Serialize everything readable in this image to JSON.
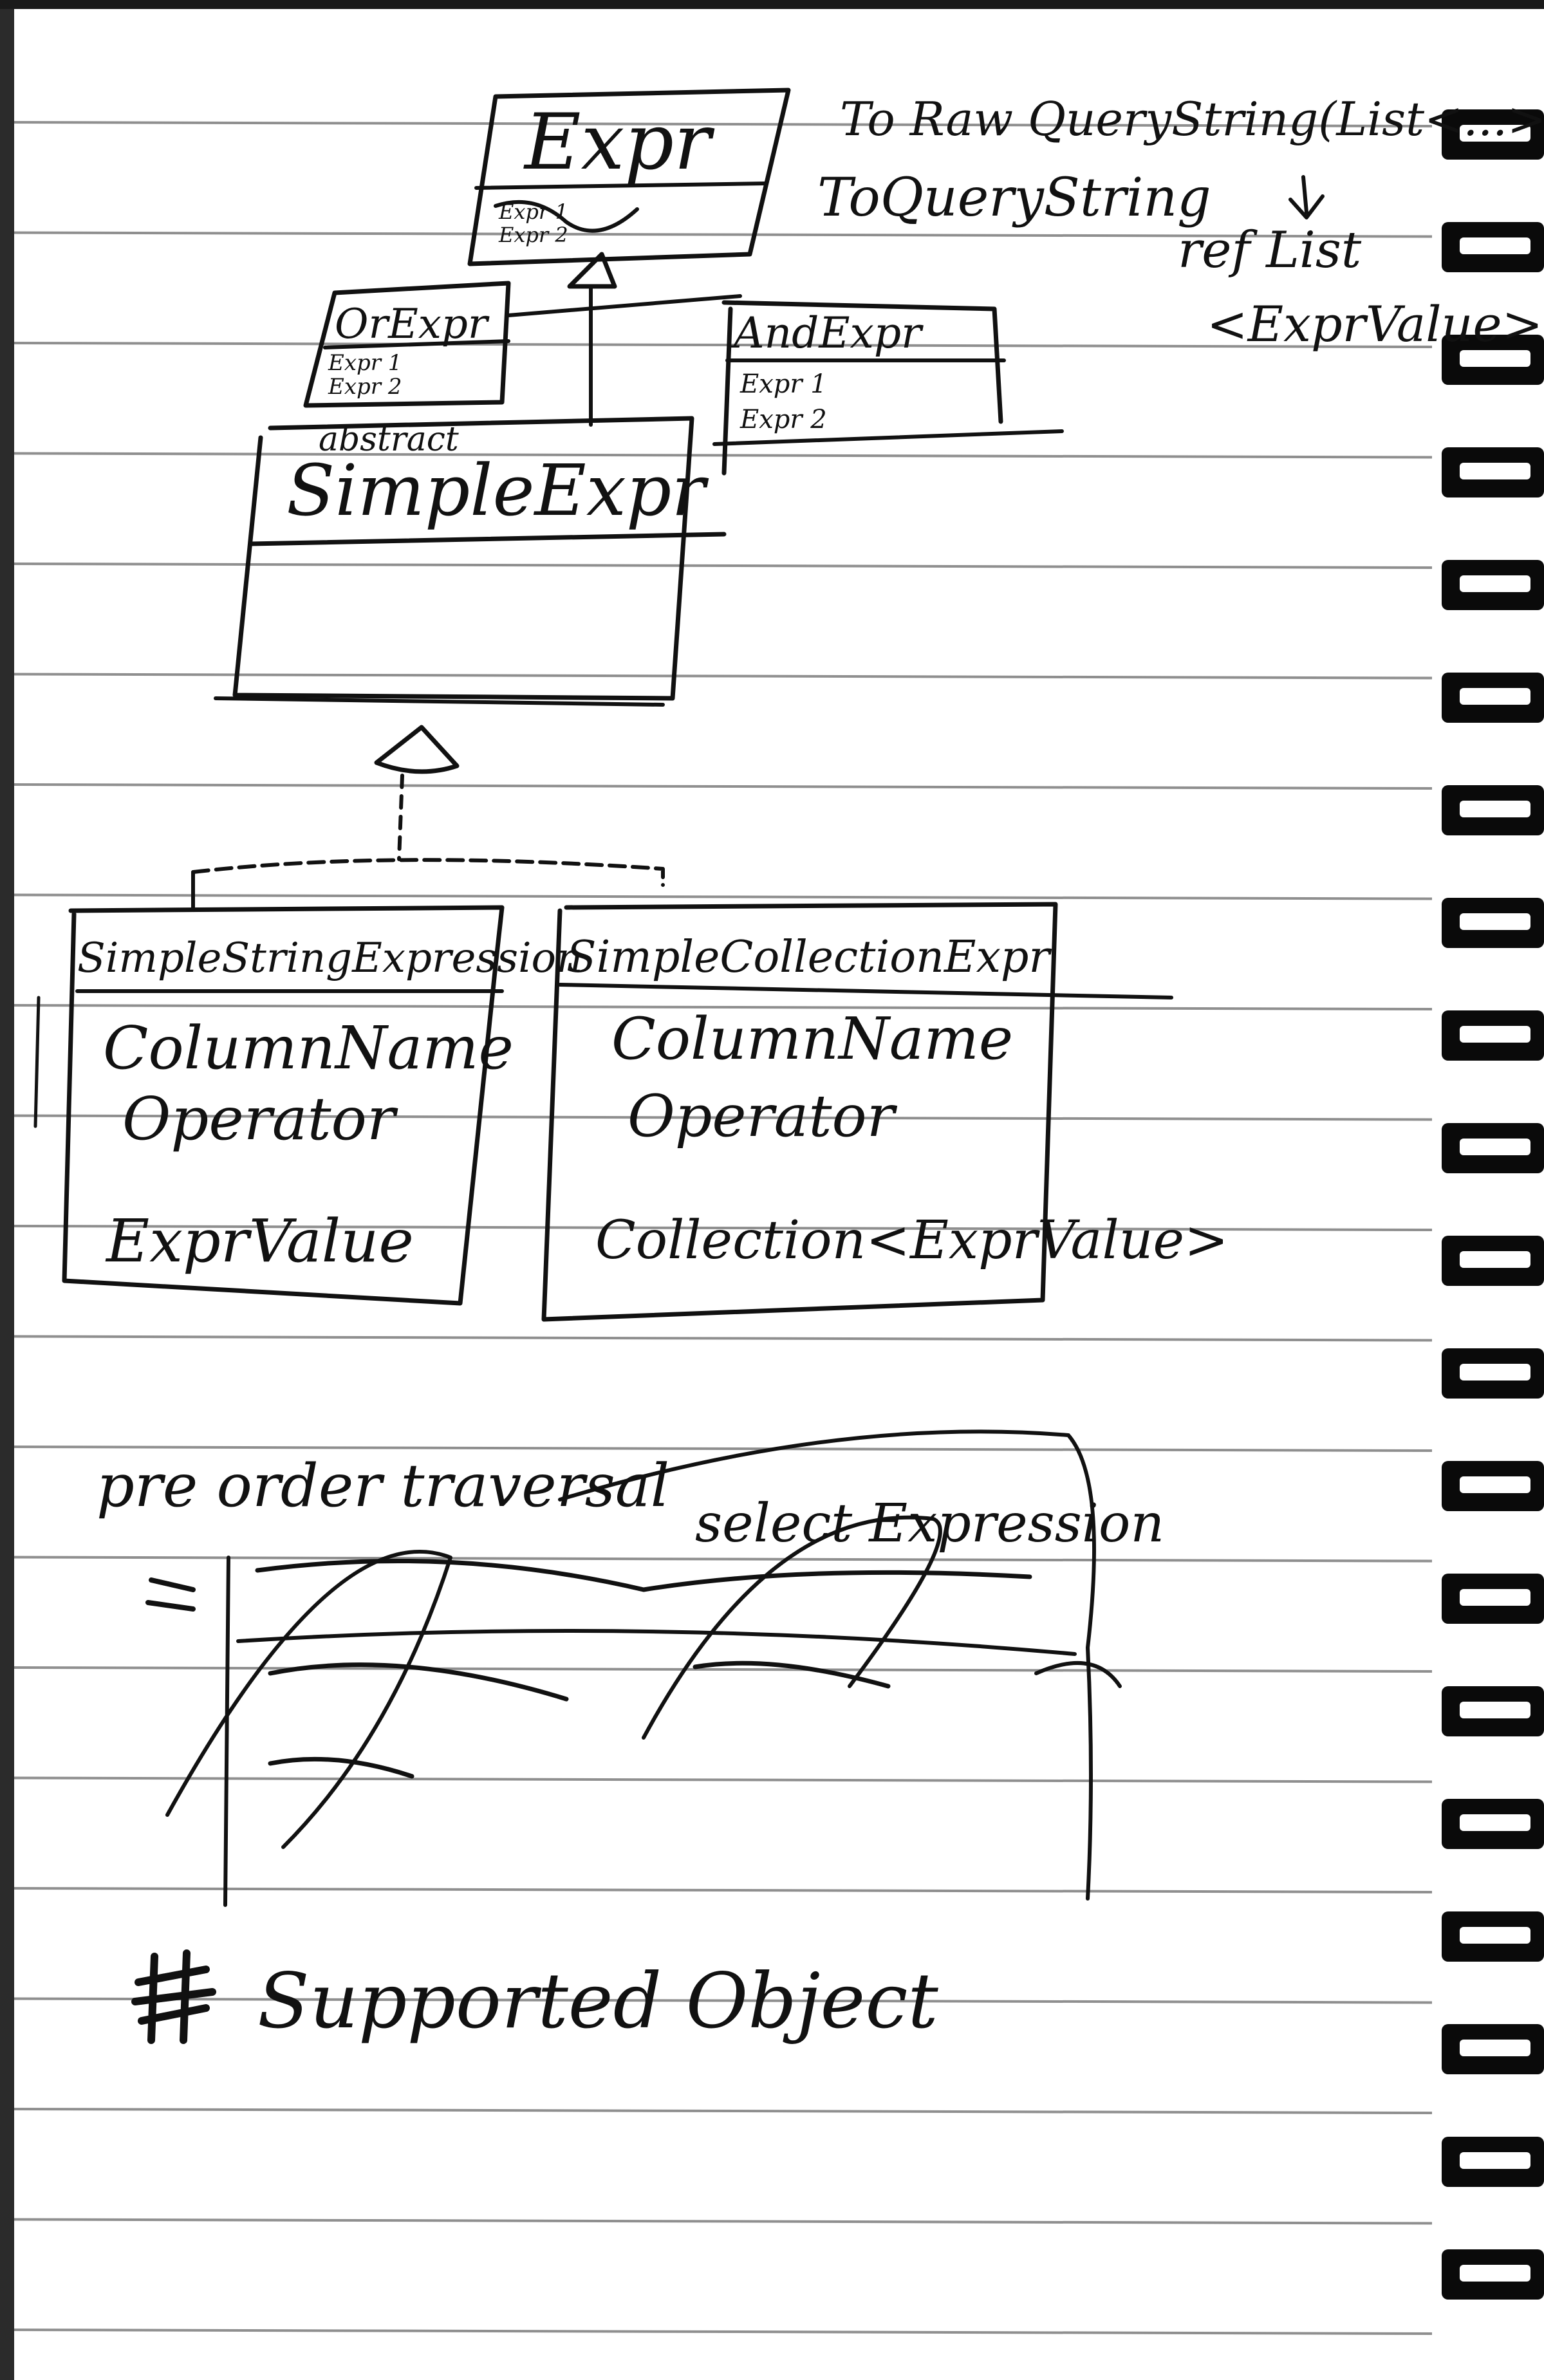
{
  "notebook": {
    "paper_color": "#ffffff",
    "ink_color": "#111111",
    "rule_color": "#8f8f8f",
    "binding_color": "#0a0a0a",
    "spiral_rings": 20
  },
  "diagram": {
    "expr": {
      "name": "Expr",
      "members": [
        "Expr 1",
        "Expr 2"
      ]
    },
    "or_expr": {
      "name": "OrExpr",
      "members": [
        "Expr 1",
        "Expr 2"
      ]
    },
    "and_expr": {
      "name": "AndExpr",
      "members": [
        "Expr 1",
        "Expr 2"
      ]
    },
    "simple_expr": {
      "stereotype": "abstract",
      "name": "SimpleExpr"
    },
    "simple_string_expression": {
      "name": "SimpleStringExpression",
      "members": [
        "ColumnName",
        "Operator",
        "ExprValue"
      ]
    },
    "simple_collection_expr": {
      "name": "SimpleCollectionExpr",
      "members": [
        "ColumnName",
        "Operator",
        "Collection<ExprValue>"
      ]
    },
    "methods_note": [
      "To Raw QueryString(List<...>)",
      "ToQueryString"
    ],
    "ref_note": [
      "ref List",
      "<ExprValue>"
    ]
  },
  "notes": {
    "traversal": "pre order traversal",
    "select_expression": "select Expression",
    "supported_object": "Supported Object"
  }
}
